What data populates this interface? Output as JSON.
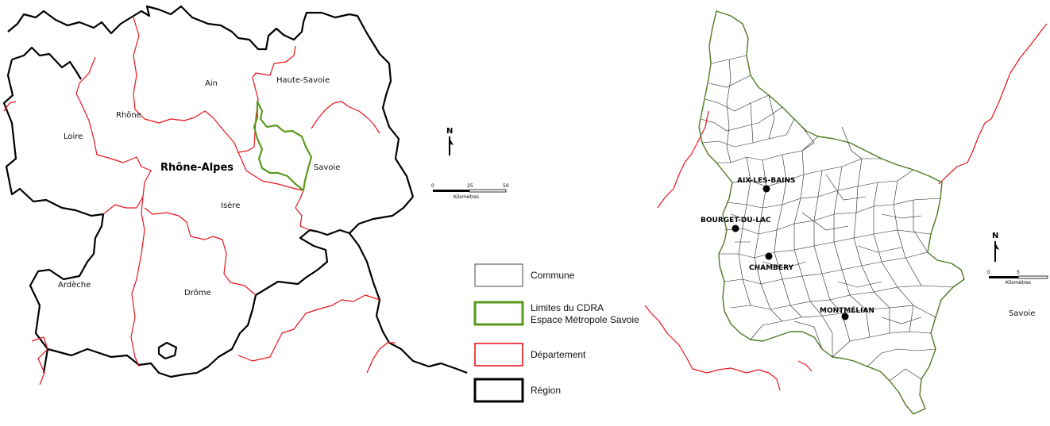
{
  "left_map": {
    "region_label": "Rhône-Alpes",
    "departments": [
      "Ain",
      "Haute-Savoie",
      "Rhône",
      "Loire",
      "Savoie",
      "Isère",
      "Ardèche",
      "Drôme"
    ],
    "scale": {
      "ticks": [
        "0",
        "25",
        "50"
      ],
      "unit": "Kilomètres"
    },
    "north_label": "N"
  },
  "legend": {
    "items": [
      {
        "label": "Commune",
        "color": "#111111"
      },
      {
        "label": "Limites du CDRA",
        "label2": "Espace Métropole Savoie",
        "color": "#5a9a1e"
      },
      {
        "label": "Département",
        "color": "#e8141c"
      },
      {
        "label": "Région",
        "color": "#000000"
      }
    ]
  },
  "right_map": {
    "cities": [
      "AIX-LES-BAINS",
      "BOURGET-DU-LAC",
      "CHAMBERY",
      "MONTMÉLIAN"
    ],
    "department_label": "Savoie",
    "scale": {
      "ticks": [
        "0",
        "5"
      ],
      "unit": "Kilomètres"
    },
    "north_label": "N"
  }
}
